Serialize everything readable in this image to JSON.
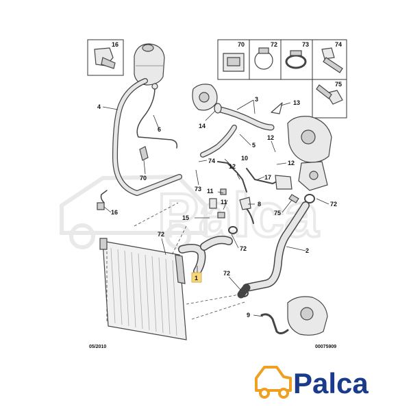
{
  "callouts": [
    {
      "id": "c16a",
      "text": "16"
    },
    {
      "id": "c70a",
      "text": "70"
    },
    {
      "id": "c72a",
      "text": "72"
    },
    {
      "id": "c73a",
      "text": "73"
    },
    {
      "id": "c74a",
      "text": "74"
    },
    {
      "id": "c75a",
      "text": "75"
    },
    {
      "id": "c4",
      "text": "4"
    },
    {
      "id": "c3",
      "text": "3"
    },
    {
      "id": "c13",
      "text": "13"
    },
    {
      "id": "c14",
      "text": "14"
    },
    {
      "id": "c6",
      "text": "6"
    },
    {
      "id": "c5",
      "text": "5"
    },
    {
      "id": "c12a",
      "text": "12"
    },
    {
      "id": "c12b",
      "text": "12"
    },
    {
      "id": "c12c",
      "text": "12"
    },
    {
      "id": "c74b",
      "text": "74"
    },
    {
      "id": "c10",
      "text": "10"
    },
    {
      "id": "c70b",
      "text": "70"
    },
    {
      "id": "c73b",
      "text": "73"
    },
    {
      "id": "c17",
      "text": "17"
    },
    {
      "id": "c11a",
      "text": "11"
    },
    {
      "id": "c11b",
      "text": "11"
    },
    {
      "id": "c8",
      "text": "8"
    },
    {
      "id": "c72b",
      "text": "72"
    },
    {
      "id": "c16b",
      "text": "16"
    },
    {
      "id": "c15",
      "text": "15"
    },
    {
      "id": "c75b",
      "text": "75"
    },
    {
      "id": "c72c",
      "text": "72"
    },
    {
      "id": "c72d",
      "text": "72"
    },
    {
      "id": "c2",
      "text": "2"
    },
    {
      "id": "c1",
      "text": "1"
    },
    {
      "id": "c72e",
      "text": "72"
    },
    {
      "id": "c9",
      "text": "9"
    }
  ],
  "footer": {
    "date": "05/2010",
    "ref": "00075909"
  },
  "logo": {
    "text": "Palca",
    "color": "#1a3a8c",
    "accent": "#f0a020"
  },
  "watermark_text": "Palca"
}
